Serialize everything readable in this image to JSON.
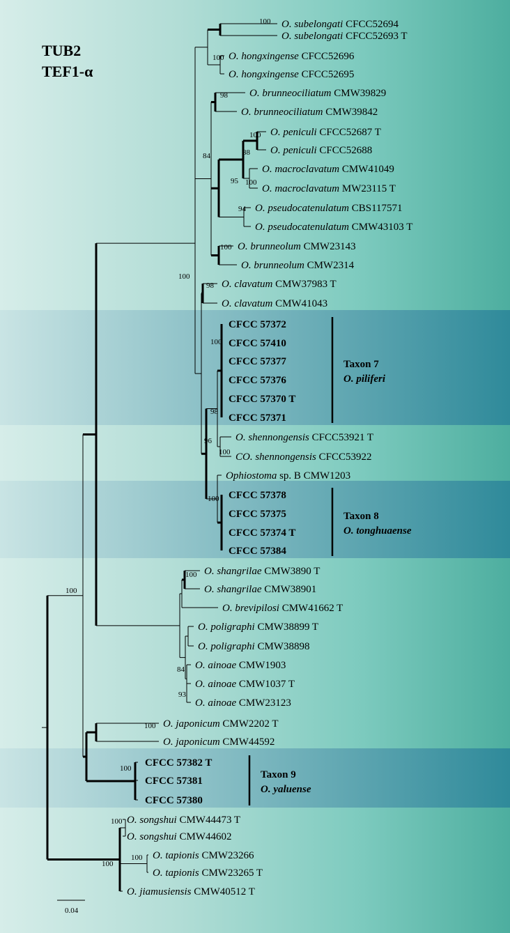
{
  "title_lines": [
    "TUB2",
    "TEF1-α"
  ],
  "scale_label": "0.04",
  "colors": {
    "band_from": "#c9e4e4",
    "band_to": "#2f8a9a",
    "bg_from": "#d6ede9",
    "bg_to": "#4dae9f"
  },
  "taxa": [
    {
      "genus": "O.",
      "species": "subelongati",
      "strain": "CFCC52694",
      "bold": false
    },
    {
      "genus": "O.",
      "species": "subelongati",
      "strain": "CFCC52693 T",
      "bold": false
    },
    {
      "genus": "O.",
      "species": "hongxingense",
      "strain": "CFCC52696",
      "bold": false
    },
    {
      "genus": "O.",
      "species": "hongxingense",
      "strain": "CFCC52695",
      "bold": false
    },
    {
      "genus": "O.",
      "species": "brunneociliatum",
      "strain": "CMW39829",
      "bold": false
    },
    {
      "genus": "O.",
      "species": "brunneociliatum",
      "strain": "CMW39842",
      "bold": false
    },
    {
      "genus": "O.",
      "species": "peniculi",
      "strain": "CFCC52687 T",
      "bold": false
    },
    {
      "genus": "O.",
      "species": "peniculi",
      "strain": "CFCC52688",
      "bold": false
    },
    {
      "genus": "O.",
      "species": "macroclavatum",
      "strain": "CMW41049",
      "bold": false
    },
    {
      "genus": "O.",
      "species": "macroclavatum",
      "strain": "MW23115 T",
      "bold": false
    },
    {
      "genus": "O.",
      "species": "pseudocatenulatum",
      "strain": "CBS117571",
      "bold": false
    },
    {
      "genus": "O.",
      "species": "pseudocatenulatum",
      "strain": "CMW43103 T",
      "bold": false
    },
    {
      "genus": "O.",
      "species": "brunneolum",
      "strain": "CMW23143",
      "bold": false
    },
    {
      "genus": "O.",
      "species": "brunneolum",
      "strain": "CMW2314",
      "bold": false
    },
    {
      "genus": "O.",
      "species": "clavatum",
      "strain": "CMW37983 T",
      "bold": false
    },
    {
      "genus": "O.",
      "species": "clavatum",
      "strain": "CMW41043",
      "bold": false
    },
    {
      "genus": "",
      "species": "",
      "strain": "CFCC 57372",
      "bold": true
    },
    {
      "genus": "",
      "species": "",
      "strain": "CFCC 57410",
      "bold": true
    },
    {
      "genus": "",
      "species": "",
      "strain": "CFCC 57377",
      "bold": true
    },
    {
      "genus": "",
      "species": "",
      "strain": "CFCC 57376",
      "bold": true
    },
    {
      "genus": "",
      "species": "",
      "strain": "CFCC 57370 T",
      "bold": true
    },
    {
      "genus": "",
      "species": "",
      "strain": "CFCC 57371",
      "bold": true
    },
    {
      "genus": "O.",
      "species": "shennongensis",
      "strain": "CFCC53921 T",
      "bold": false
    },
    {
      "genus": "CO.",
      "species": "shennongensis",
      "strain": "CFCC53922",
      "bold": false
    },
    {
      "genus": "Ophiostoma",
      "species": "",
      "strain": "sp. B CMW1203",
      "bold": false
    },
    {
      "genus": "",
      "species": "",
      "strain": "CFCC 57378",
      "bold": true
    },
    {
      "genus": "",
      "species": "",
      "strain": "CFCC 57375",
      "bold": true
    },
    {
      "genus": "",
      "species": "",
      "strain": "CFCC 57374 T",
      "bold": true
    },
    {
      "genus": "",
      "species": "",
      "strain": "CFCC 57384",
      "bold": true
    },
    {
      "genus": "O.",
      "species": "shangrilae",
      "strain": "CMW3890 T",
      "bold": false
    },
    {
      "genus": "O.",
      "species": "shangrilae",
      "strain": "CMW38901",
      "bold": false
    },
    {
      "genus": "O.",
      "species": "brevipilosi",
      "strain": "CMW41662 T",
      "bold": false
    },
    {
      "genus": "O.",
      "species": "poligraphi",
      "strain": "CMW38899 T",
      "bold": false
    },
    {
      "genus": "O.",
      "species": "poligraphi",
      "strain": "CMW38898",
      "bold": false
    },
    {
      "genus": "O.",
      "species": "ainoae",
      "strain": "CMW1903",
      "bold": false
    },
    {
      "genus": "O.",
      "species": "ainoae",
      "strain": "CMW1037 T",
      "bold": false
    },
    {
      "genus": "O.",
      "species": "ainoae",
      "strain": "CMW23123",
      "bold": false
    },
    {
      "genus": "O.",
      "species": "japonicum",
      "strain": "CMW2202 T",
      "bold": false
    },
    {
      "genus": "O.",
      "species": "japonicum",
      "strain": "CMW44592",
      "bold": false
    },
    {
      "genus": "",
      "species": "",
      "strain": "CFCC 57382 T",
      "bold": true
    },
    {
      "genus": "",
      "species": "",
      "strain": "CFCC 57381",
      "bold": true
    },
    {
      "genus": "",
      "species": "",
      "strain": "CFCC 57380",
      "bold": true
    },
    {
      "genus": "O.",
      "species": "songshui",
      "strain": "CMW44473 T",
      "bold": false
    },
    {
      "genus": "O.",
      "species": "songshui",
      "strain": "CMW44602",
      "bold": false
    },
    {
      "genus": "O.",
      "species": "tapionis",
      "strain": "CMW23266",
      "bold": false
    },
    {
      "genus": "O.",
      "species": "tapionis",
      "strain": "CMW23265 T",
      "bold": false
    },
    {
      "genus": "O.",
      "species": "jiamusiensis",
      "strain": "CMW40512 T",
      "bold": false
    }
  ],
  "clades": [
    {
      "taxon": "Taxon 7",
      "species": "O. piliferi",
      "first": 16,
      "last": 21
    },
    {
      "taxon": "Taxon 8",
      "species": "O. tonghuaense",
      "first": 25,
      "last": 28
    },
    {
      "taxon": "Taxon 9",
      "species": "O. yaluense",
      "first": 39,
      "last": 41
    }
  ],
  "support": [
    "100",
    "100",
    "98",
    "100",
    "88",
    "100",
    "95",
    "94",
    "84",
    "100",
    "98",
    "100",
    "98",
    "100",
    "96",
    "100",
    "100",
    "100",
    "84",
    "93",
    "100",
    "100",
    "100",
    "100",
    "100",
    "100"
  ]
}
